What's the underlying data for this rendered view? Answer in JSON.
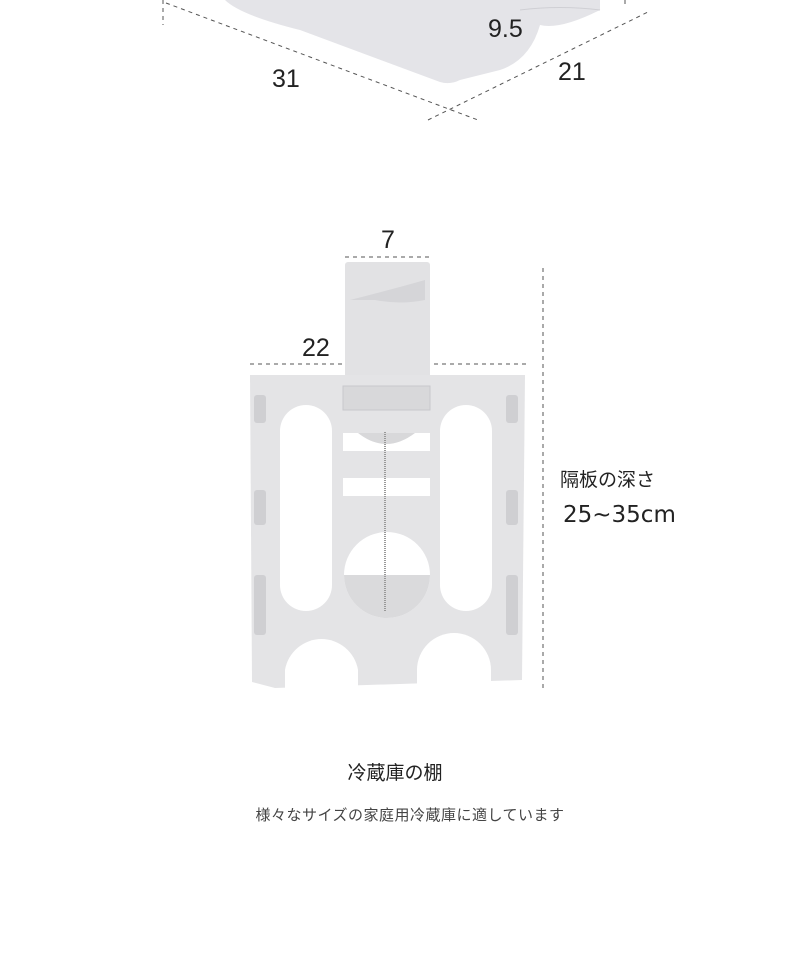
{
  "top_view": {
    "length": "31",
    "width": "21",
    "height": "9.5"
  },
  "front_view": {
    "hook_width": "7",
    "width": "22",
    "depth_label": "隔板の深さ",
    "depth_range": "25~35cm"
  },
  "caption": {
    "title": "冷蔵庫の棚",
    "subtitle": "様々なサイズの家庭用冷蔵庫に適しています"
  }
}
